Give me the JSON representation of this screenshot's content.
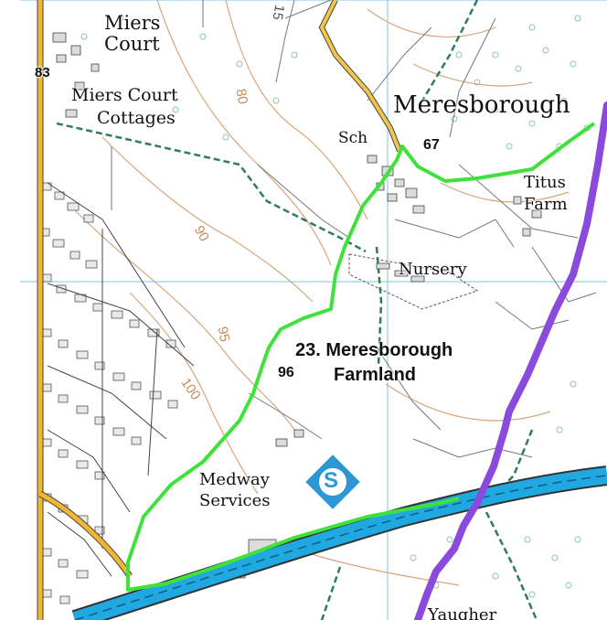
{
  "map": {
    "place_labels": {
      "miers_court": [
        "Miers",
        "Court"
      ],
      "miers_court_cottages": [
        "Miers Court",
        "Cottages"
      ],
      "meresborough": "Meresborough",
      "sch": "Sch",
      "titus_farm": [
        "Titus",
        "Farm"
      ],
      "nursery": "Nursery",
      "medway_services": [
        "Medway",
        "Services"
      ],
      "bottom_partial": "Yaugher"
    },
    "site_label": [
      "23. Meresborough",
      "Farmland"
    ],
    "spot_heights": [
      "83",
      "67",
      "96"
    ],
    "contour_labels": [
      "80",
      "90",
      "95",
      "100",
      "15"
    ],
    "services_symbol": "S",
    "colors": {
      "route": "#3fe23a",
      "boundary": "#8a4bdc",
      "motorway": "#20a8e0",
      "road": "#f2b632",
      "contour": "#d9a57a",
      "grid": "#7ec3ea",
      "path": "#2e7d5b"
    }
  }
}
